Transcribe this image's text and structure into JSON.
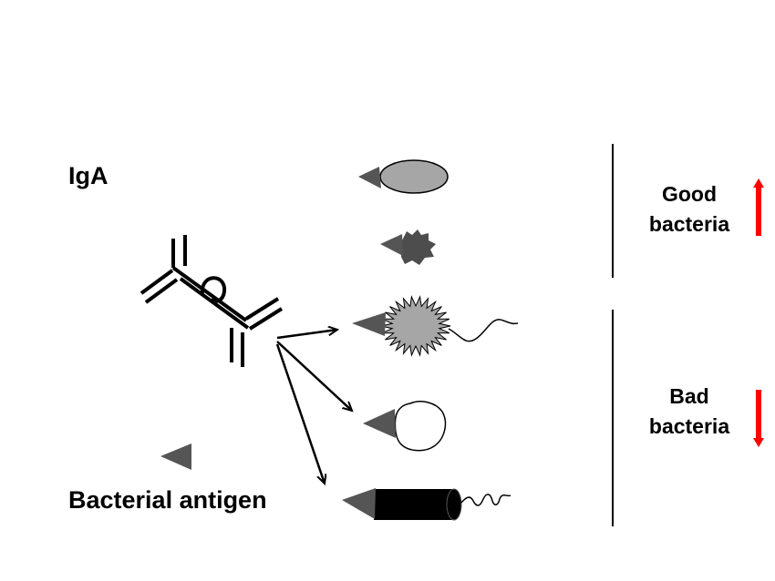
{
  "labels": {
    "iga": "IgA",
    "antigen": "Bacterial antigen",
    "good": [
      "Good",
      "bacteria"
    ],
    "bad": [
      "Bad",
      "bacteria"
    ]
  },
  "icons": {
    "antibody": "iga-antibody-icon",
    "antigen": "triangle-antigen-icon",
    "up_arrow": "up-arrow-icon",
    "down_arrow": "down-arrow-icon"
  },
  "colors": {
    "arrow_trend": "#ff0000",
    "antigen_fill": "#555555",
    "bacterium_light": "#a6a6a6",
    "bacterium_dark": "#4d4d4d",
    "bacterium_black": "#000000"
  },
  "trends": {
    "good_bacteria": "up",
    "bad_bacteria": "down"
  }
}
